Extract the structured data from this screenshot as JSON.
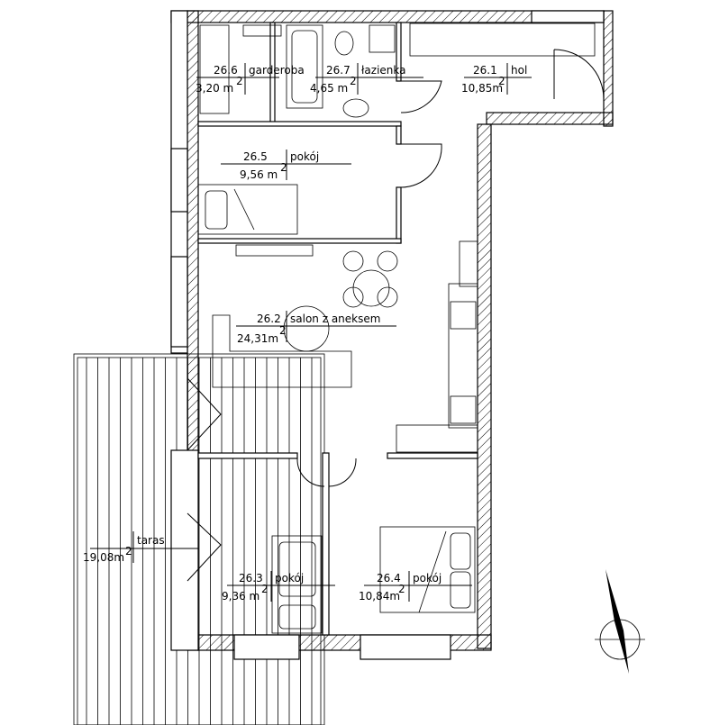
{
  "plan": {
    "rooms": [
      {
        "id": "26.6",
        "name": "garderoba",
        "area": "3,20 m",
        "sup": "2"
      },
      {
        "id": "26.7",
        "name": "łazienka",
        "area": "4,65 m",
        "sup": "2"
      },
      {
        "id": "26.1",
        "name": "hol",
        "area": "10,85m",
        "sup": "2"
      },
      {
        "id": "26.5",
        "name": "pokój",
        "area": "9,56 m",
        "sup": "2"
      },
      {
        "id": "26.2",
        "name": "salon z aneksem",
        "area": "24,31m",
        "sup": "2"
      },
      {
        "id": "26.3",
        "name": "pokój",
        "area": "9,36 m",
        "sup": "2"
      },
      {
        "id": "26.4",
        "name": "pokój",
        "area": "10,84m",
        "sup": "2"
      }
    ],
    "terrace": {
      "name": "taras",
      "area": "19,08m",
      "sup": "2"
    }
  }
}
